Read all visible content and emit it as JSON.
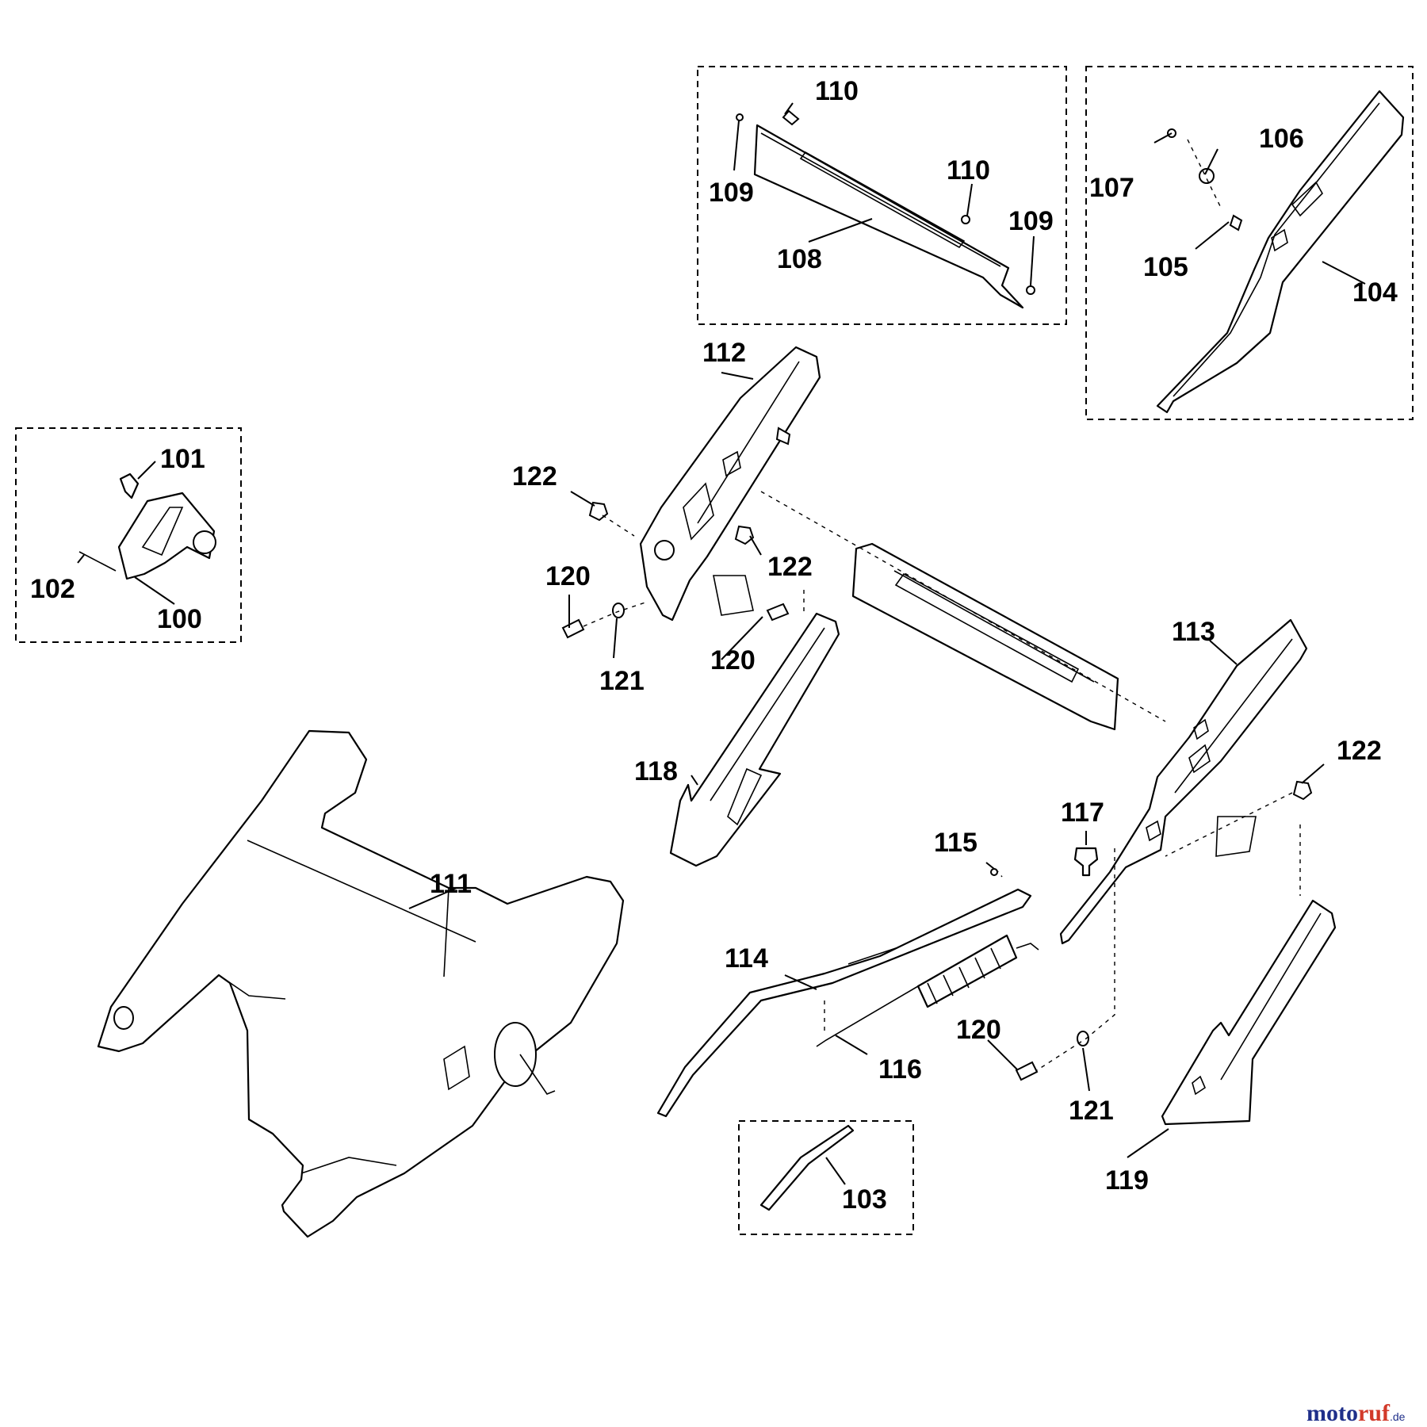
{
  "diagram": {
    "part_labels": [
      {
        "id": "p100",
        "text": "100"
      },
      {
        "id": "p101",
        "text": "101"
      },
      {
        "id": "p102",
        "text": "102"
      },
      {
        "id": "p103",
        "text": "103"
      },
      {
        "id": "p104",
        "text": "104"
      },
      {
        "id": "p105",
        "text": "105"
      },
      {
        "id": "p106",
        "text": "106"
      },
      {
        "id": "p107",
        "text": "107"
      },
      {
        "id": "p108",
        "text": "108"
      },
      {
        "id": "p109a",
        "text": "109"
      },
      {
        "id": "p109b",
        "text": "109"
      },
      {
        "id": "p110a",
        "text": "110"
      },
      {
        "id": "p110b",
        "text": "110"
      },
      {
        "id": "p111",
        "text": "111"
      },
      {
        "id": "p112",
        "text": "112"
      },
      {
        "id": "p113",
        "text": "113"
      },
      {
        "id": "p114",
        "text": "114"
      },
      {
        "id": "p115",
        "text": "115"
      },
      {
        "id": "p116",
        "text": "116"
      },
      {
        "id": "p117",
        "text": "117"
      },
      {
        "id": "p118",
        "text": "118"
      },
      {
        "id": "p119",
        "text": "119"
      },
      {
        "id": "p120a",
        "text": "120"
      },
      {
        "id": "p120b",
        "text": "120"
      },
      {
        "id": "p120c",
        "text": "120"
      },
      {
        "id": "p121a",
        "text": "121"
      },
      {
        "id": "p121b",
        "text": "121"
      },
      {
        "id": "p122a",
        "text": "122"
      },
      {
        "id": "p122b",
        "text": "122"
      },
      {
        "id": "p122c",
        "text": "122"
      }
    ]
  },
  "watermark": {
    "brand_part1": "moto",
    "brand_part2": "ruf",
    "tld": ".de",
    "brand_color": "#1f2f8a",
    "accent_color": "#d23a2a"
  }
}
